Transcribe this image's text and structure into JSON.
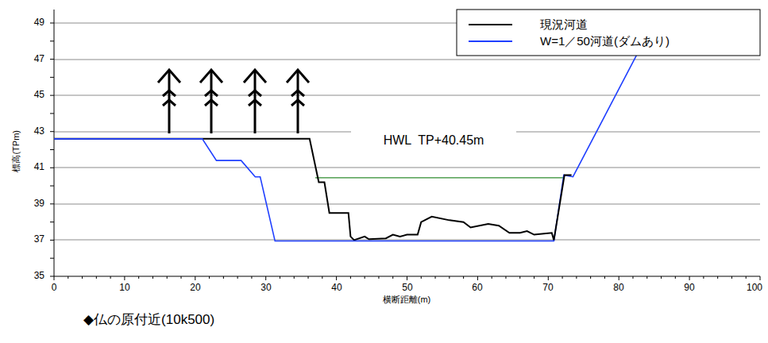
{
  "diagram": {
    "caption": "◆仏の原付近(10k500)",
    "labels": [
      "49",
      "47",
      "45",
      "43",
      "41",
      "39",
      "37",
      "35",
      "0",
      "10",
      "20",
      "30",
      "40",
      "50",
      "60",
      "70",
      "80",
      "90",
      "100",
      "標高(TPm)",
      "横断距離(m)",
      "HWL  TP+40.45m"
    ],
    "legend": [
      {
        "text": "現況河道"
      },
      {
        "text": "W=1／50河道(ダムあり)"
      }
    ]
  }
}
